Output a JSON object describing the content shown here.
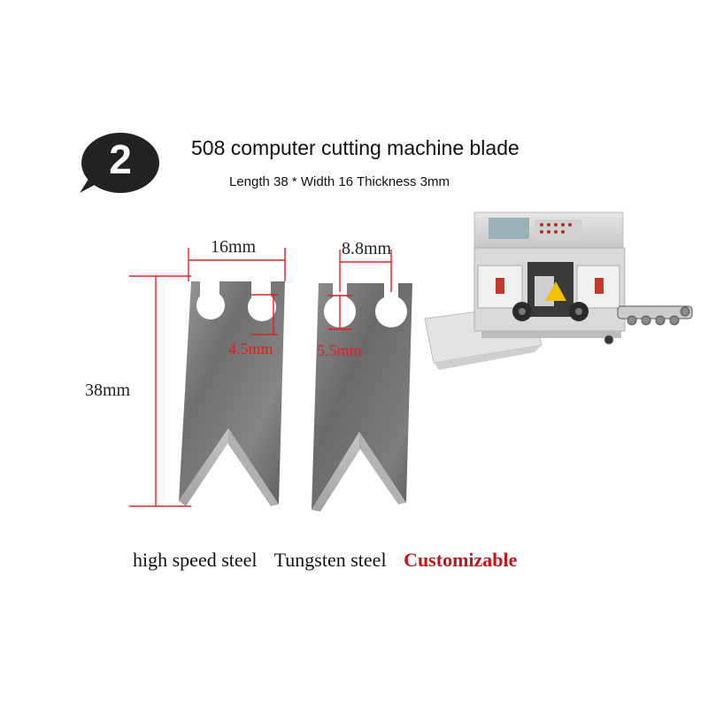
{
  "badge": {
    "number": "2"
  },
  "header": {
    "title": "508 computer cutting machine blade",
    "subtitle": "Length 38 * Width 16 Thickness 3mm"
  },
  "dimensions": {
    "width": "16mm",
    "hole_spacing": "8.8mm",
    "length": "38mm",
    "hole_small": "4.5mm",
    "hole_large": "5.5mm"
  },
  "footer": {
    "material_1": "high speed steel",
    "material_2": "Tungsten steel",
    "option": "Customizable"
  },
  "colors": {
    "dimension_line": "#e02020",
    "accent": "#c0181b",
    "badge": "#222222"
  }
}
